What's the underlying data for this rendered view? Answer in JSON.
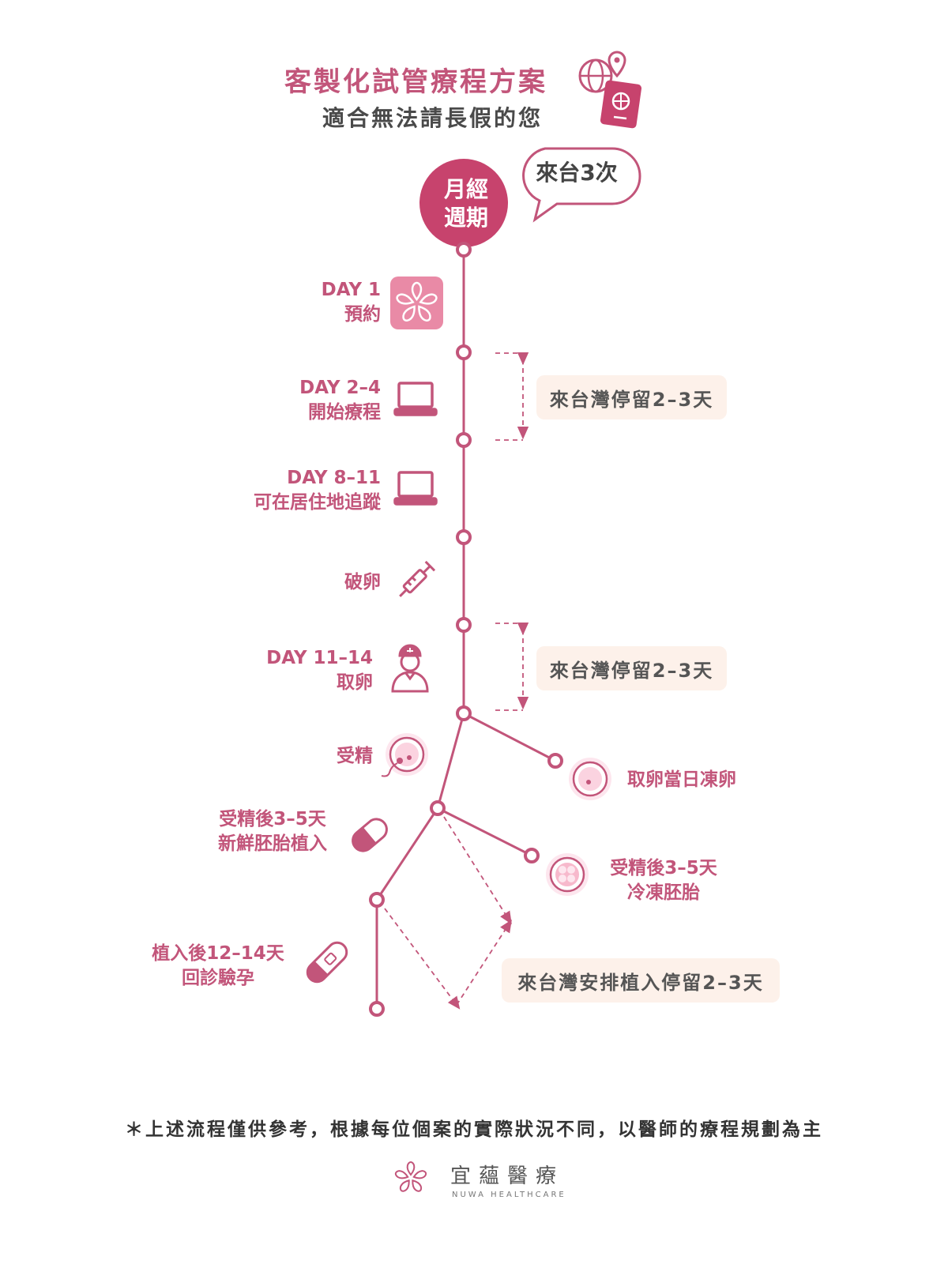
{
  "header": {
    "title": "客製化試管療程方案",
    "subtitle": "適合無法請長假的您"
  },
  "start": {
    "bubble": "來台3次",
    "cycle_line1": "月經",
    "cycle_line2": "週期"
  },
  "steps": [
    {
      "line1": "DAY 1",
      "line2": "預約",
      "icon": "flower-app-icon"
    },
    {
      "line1": "DAY 2–4",
      "line2": "開始療程",
      "icon": "laptop-icon"
    },
    {
      "line1": "DAY 8–11",
      "line2": "可在居住地追蹤",
      "icon": "laptop-icon"
    },
    {
      "line1": "破卵",
      "icon": "syringe-icon"
    },
    {
      "line1": "DAY 11–14",
      "line2": "取卵",
      "icon": "doctor-icon"
    },
    {
      "line1": "受精",
      "icon": "fertilization-icon"
    },
    {
      "line1": "受精後3–5天",
      "line2": "新鮮胚胎植入",
      "icon": "capsule-icon"
    },
    {
      "line1": "植入後12–14天",
      "line2": "回診驗孕",
      "icon": "pregnancy-test-icon"
    }
  ],
  "branches": [
    {
      "line1": "取卵當日凍卵",
      "icon": "frozen-egg-icon"
    },
    {
      "line1": "受精後3–5天",
      "line2": "冷凍胚胎",
      "icon": "frozen-embryo-icon"
    }
  ],
  "stays": [
    {
      "text": "來台灣停留2–3天"
    },
    {
      "text": "來台灣停留2–3天"
    },
    {
      "text": "來台灣安排植入停留2–3天"
    }
  ],
  "footnote": "＊上述流程僅供參考，根據每位個案的實際狀況不同，以醫師的療程規劃為主",
  "brand": {
    "name_cn": "宜蘊醫療",
    "name_en": "NUWA HEALTHCARE"
  },
  "colors": {
    "primary": "#c2557a",
    "cycle_circle": "#c7436d",
    "stay_box": "#fdf1ea",
    "text_dark": "#444444"
  }
}
